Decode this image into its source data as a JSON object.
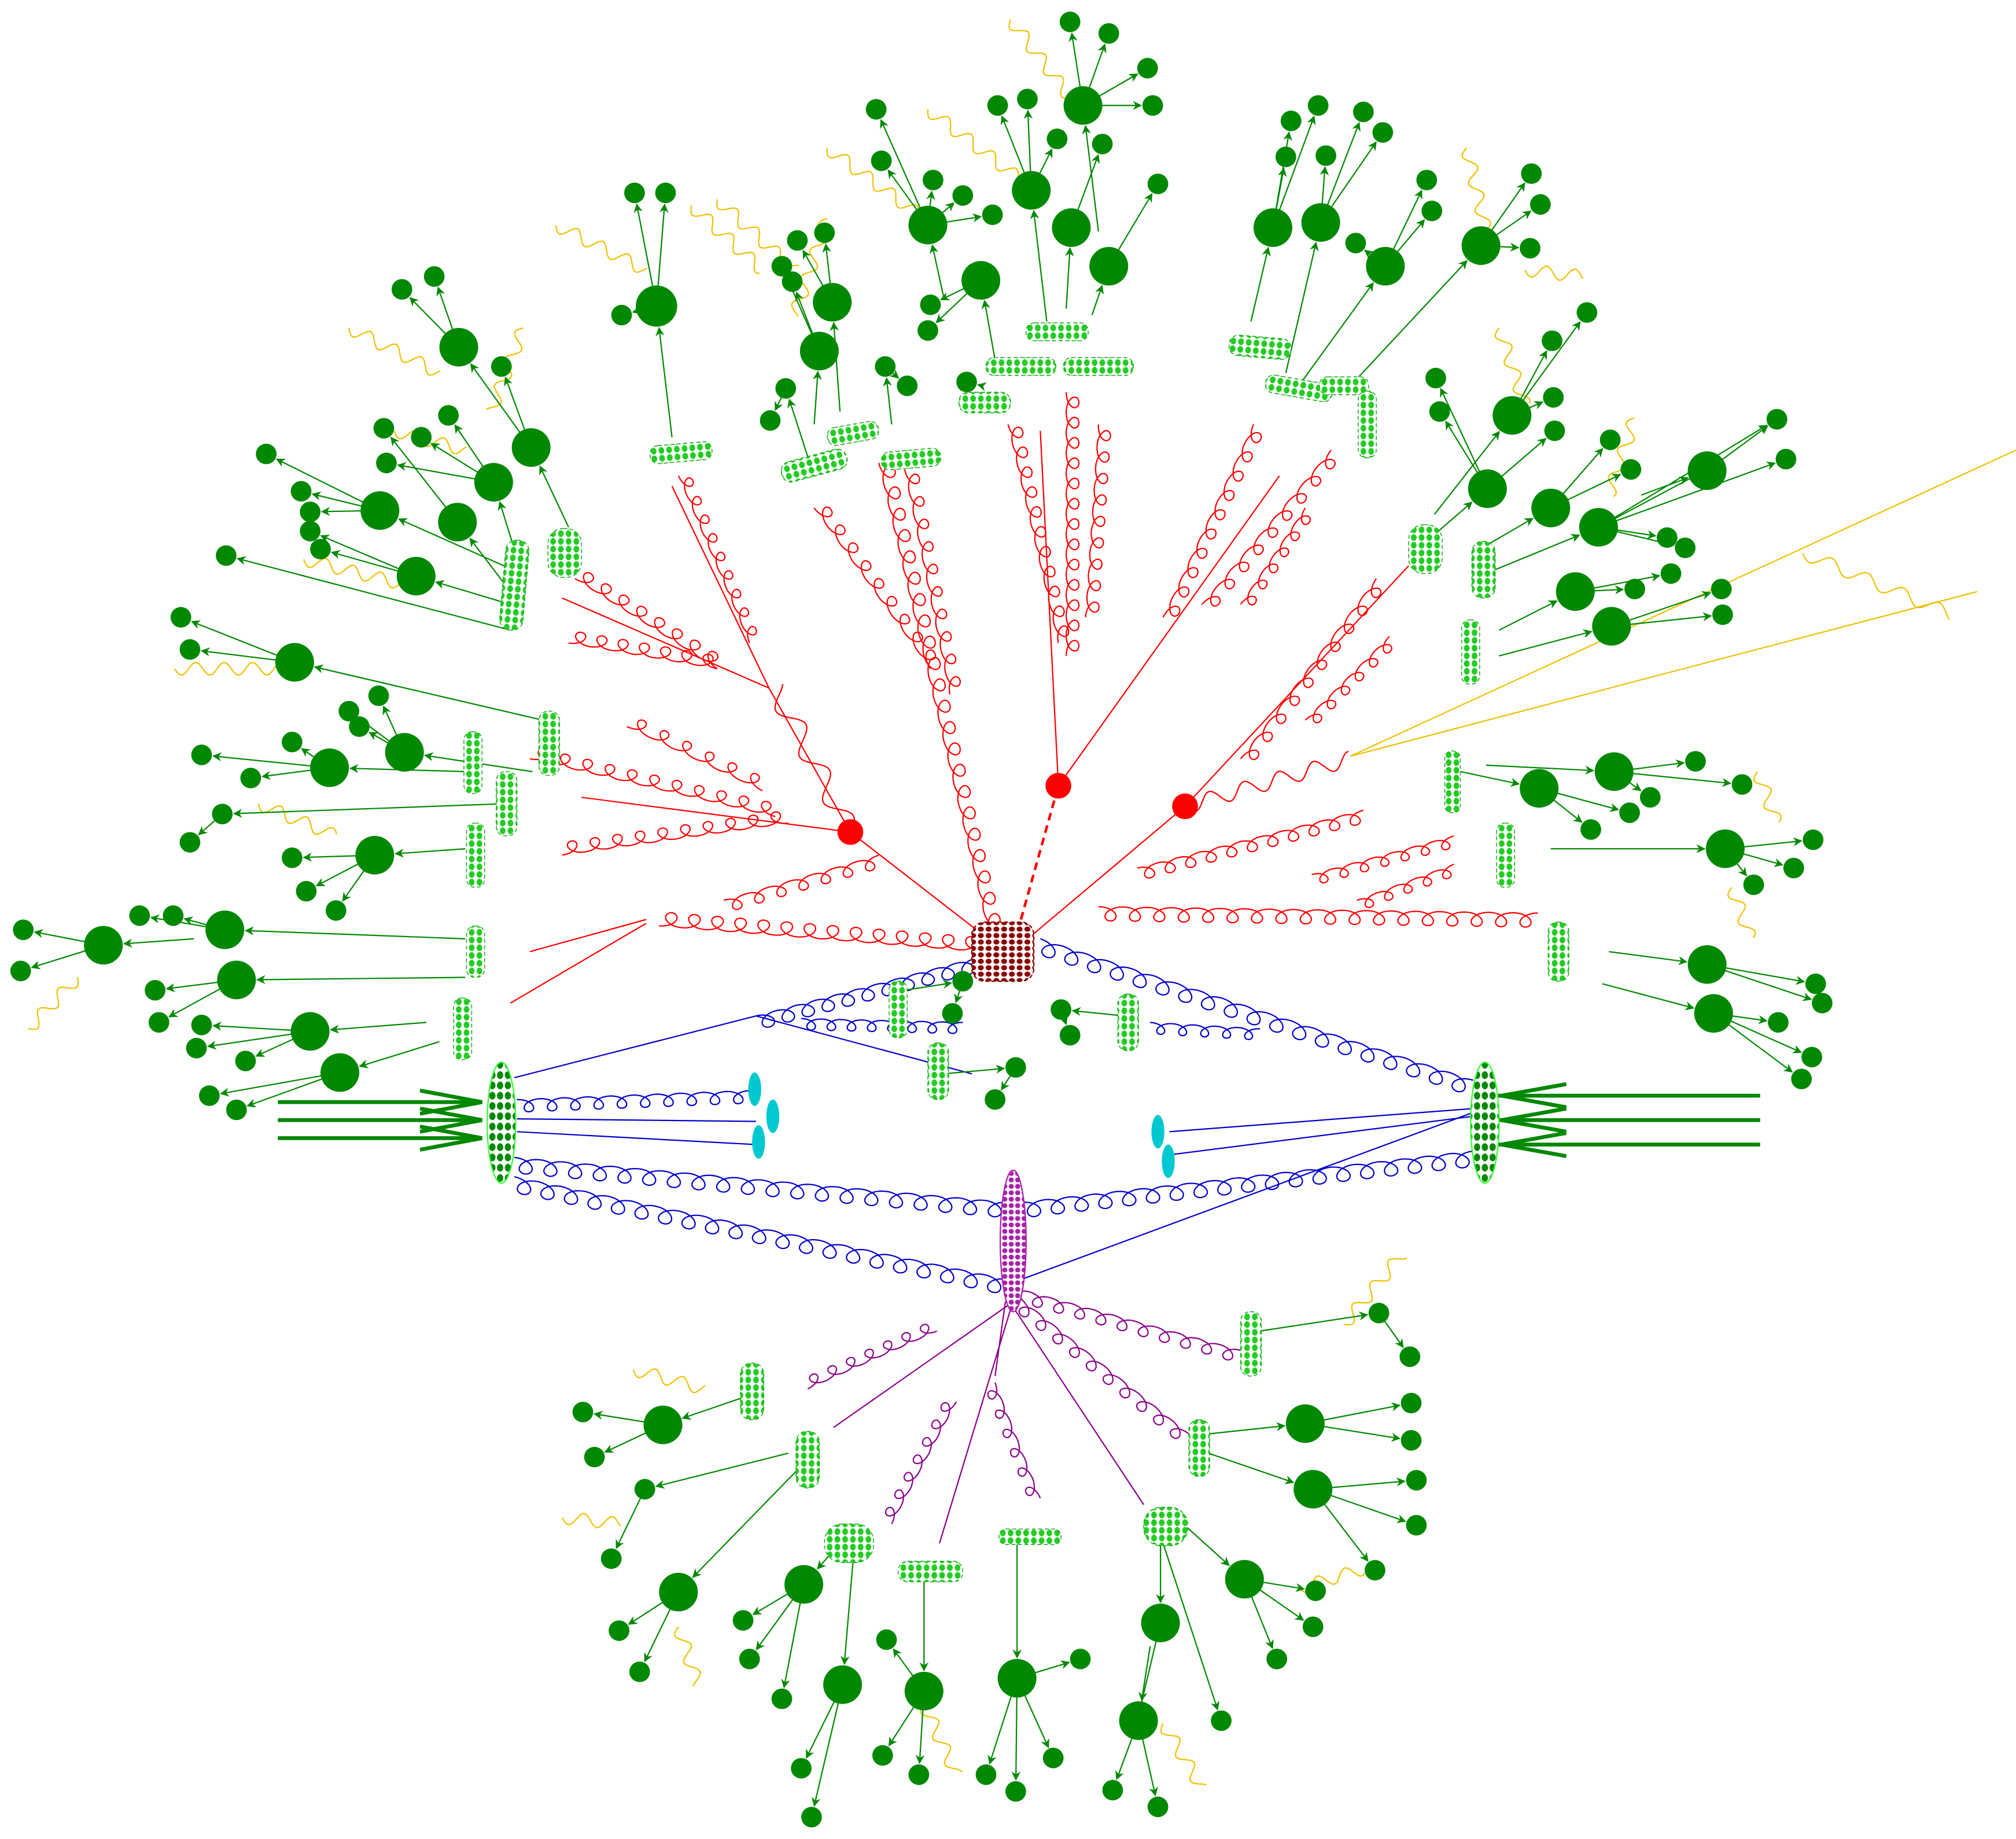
{
  "diagram": {
    "kind": "Monte Carlo proton-proton collision event",
    "labels": [],
    "colors": {
      "hard_process": "#ff0000",
      "initial_state": "#0000cc",
      "underlying_event": "#8b008b",
      "hadron": "#008800",
      "cluster_fill": "#33ff33",
      "photon": "#f0c000",
      "hard_blob": "#8b0000",
      "remnant": "#00c8d0",
      "mpi_blob": "#aa22aa"
    },
    "components": [
      {
        "id": "incoming-proton-left",
        "color_key": "hadron",
        "style": "triple-arrow"
      },
      {
        "id": "incoming-proton-right",
        "color_key": "hadron",
        "style": "triple-arrow"
      },
      {
        "id": "hard-interaction",
        "color_key": "hard_blob",
        "style": "blob"
      },
      {
        "id": "decay-vertices",
        "color_key": "hard_process",
        "count": 3
      },
      {
        "id": "secondary-interaction",
        "color_key": "mpi_blob",
        "style": "ellipse"
      },
      {
        "id": "beam-remnants",
        "color_key": "remnant",
        "count": 5
      },
      {
        "id": "parton-showers",
        "color_key": "hard_process",
        "style": "gluon"
      },
      {
        "id": "hadronization-clusters",
        "color_key": "cluster_fill",
        "style": "hatched"
      },
      {
        "id": "hadron-decays",
        "color_key": "hadron",
        "style": "arrow"
      },
      {
        "id": "photon-radiation",
        "color_key": "photon",
        "style": "wavy"
      }
    ]
  }
}
